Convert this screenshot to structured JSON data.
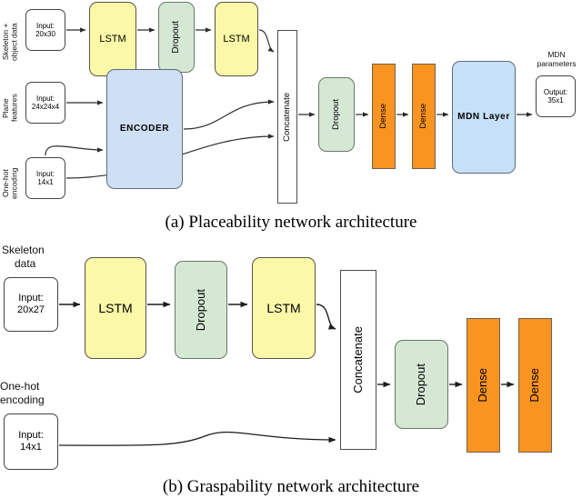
{
  "figures": [
    {
      "id": "placeability",
      "caption": "(a) Placeability network architecture",
      "inputs": [
        {
          "label": "Skeleton +\nobject data",
          "box_line1": "Input:",
          "box_line2": "20x30"
        },
        {
          "label": "Plane\nfeatures",
          "box_line1": "Input:",
          "box_line2": "24x24x4"
        },
        {
          "label": "One-hot\nencoding",
          "box_line1": "Input:",
          "box_line2": "14x1"
        }
      ],
      "layers": {
        "lstm1": "LSTM",
        "dropout1": "Dropout",
        "lstm2": "LSTM",
        "encoder": "ENCODER",
        "concatenate": "Concatenate",
        "dropout2": "Dropout",
        "dense1": "Dense",
        "dense2": "Dense",
        "mdn": "MDN Layer"
      },
      "output": {
        "label": "MDN\nparameters",
        "box_line1": "Output:",
        "box_line2": "35x1"
      }
    },
    {
      "id": "graspability",
      "caption": "(b) Graspability network architecture",
      "inputs": [
        {
          "label": "Skeleton\ndata",
          "box_line1": "Input:",
          "box_line2": "20x27"
        },
        {
          "label": "One-hot\nencoding",
          "box_line1": "Input:",
          "box_line2": "14x1"
        }
      ],
      "layers": {
        "lstm1": "LSTM",
        "dropout1": "Dropout",
        "lstm2": "LSTM",
        "concatenate": "Concatenate",
        "dropout2": "Dropout",
        "dense1": "Dense",
        "dense2": "Dense"
      }
    }
  ],
  "colors": {
    "lstm": "#fbf9a8",
    "dropout": "#d5e8d4",
    "dense": "#f8941f",
    "encoder": "#cfe0f5",
    "mdn": "#c6e0f8",
    "concatenate": "#ffffff",
    "stroke": "#5a5a5a",
    "background": "#ffffff"
  }
}
